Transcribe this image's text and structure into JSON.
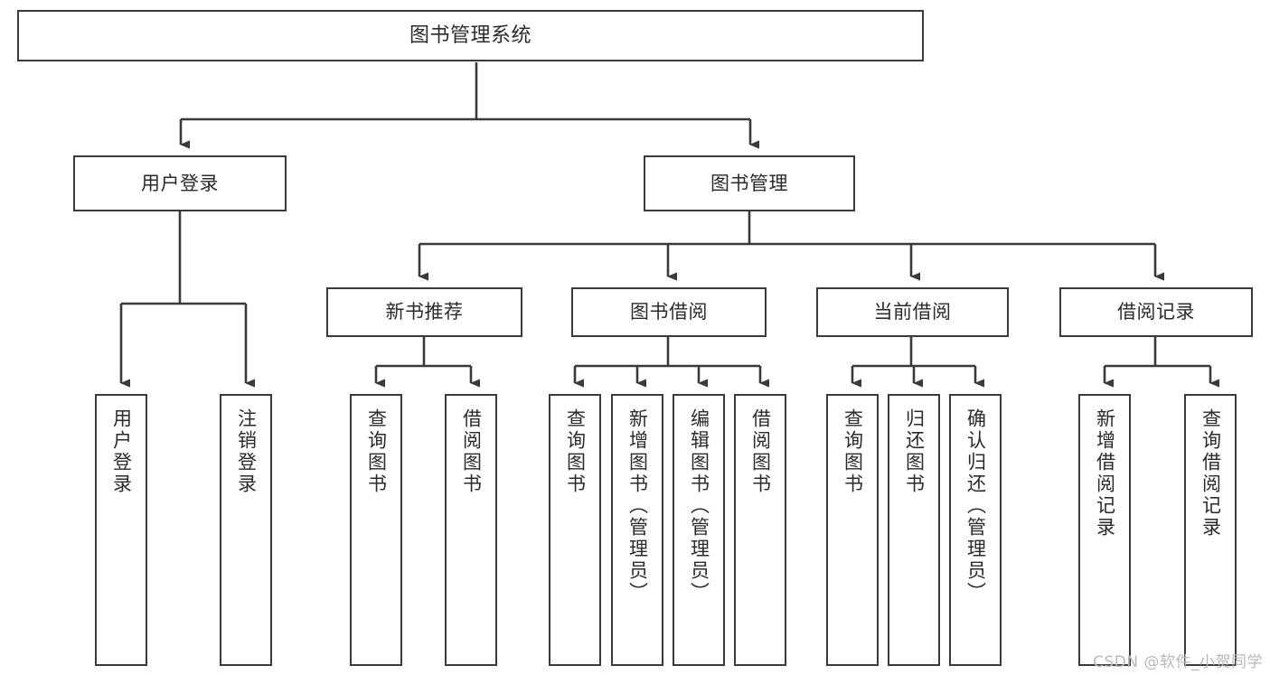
{
  "diagram": {
    "type": "hierarchy-tree",
    "title": "图书管理系统",
    "levels": 4,
    "root": {
      "id": "root",
      "label": "图书管理系统"
    },
    "level2": [
      {
        "id": "user-login",
        "label": "用户登录"
      },
      {
        "id": "book-management",
        "label": "图书管理"
      }
    ],
    "level3": [
      {
        "id": "new-book-recommend",
        "label": "新书推荐",
        "parent": "book-management"
      },
      {
        "id": "book-borrow",
        "label": "图书借阅",
        "parent": "book-management"
      },
      {
        "id": "current-borrow",
        "label": "当前借阅",
        "parent": "book-management"
      },
      {
        "id": "borrow-record",
        "label": "借阅记录",
        "parent": "book-management"
      }
    ],
    "leaves": {
      "user_login": [
        {
          "id": "leaf-user-login",
          "label": "用户登录"
        },
        {
          "id": "leaf-logout-login",
          "label": "注销登录"
        }
      ],
      "new_book_recommend": [
        {
          "id": "leaf-query-book-1",
          "label": "查询图书"
        },
        {
          "id": "leaf-borrow-book-1",
          "label": "借阅图书"
        }
      ],
      "book_borrow": [
        {
          "id": "leaf-query-book-2",
          "label": "查询图书"
        },
        {
          "id": "leaf-add-book",
          "label": "新增图书（管理员）"
        },
        {
          "id": "leaf-edit-book",
          "label": "编辑图书（管理员）"
        },
        {
          "id": "leaf-borrow-book-2",
          "label": "借阅图书"
        }
      ],
      "current_borrow": [
        {
          "id": "leaf-query-book-3",
          "label": "查询图书"
        },
        {
          "id": "leaf-return-book",
          "label": "归还图书"
        },
        {
          "id": "leaf-confirm-return",
          "label": "确认归还（管理员）"
        }
      ],
      "borrow_record": [
        {
          "id": "leaf-add-record",
          "label": "新增借阅记录"
        },
        {
          "id": "leaf-query-record",
          "label": "查询借阅记录"
        }
      ]
    }
  },
  "watermark": {
    "text": "CSDN @软件_小贺同学"
  },
  "colors": {
    "box_border": "#3a3a3a",
    "connector": "#3a3a3a",
    "text": "#2b2b2b",
    "background": "#ffffff",
    "watermark": "#b9b9b9"
  }
}
